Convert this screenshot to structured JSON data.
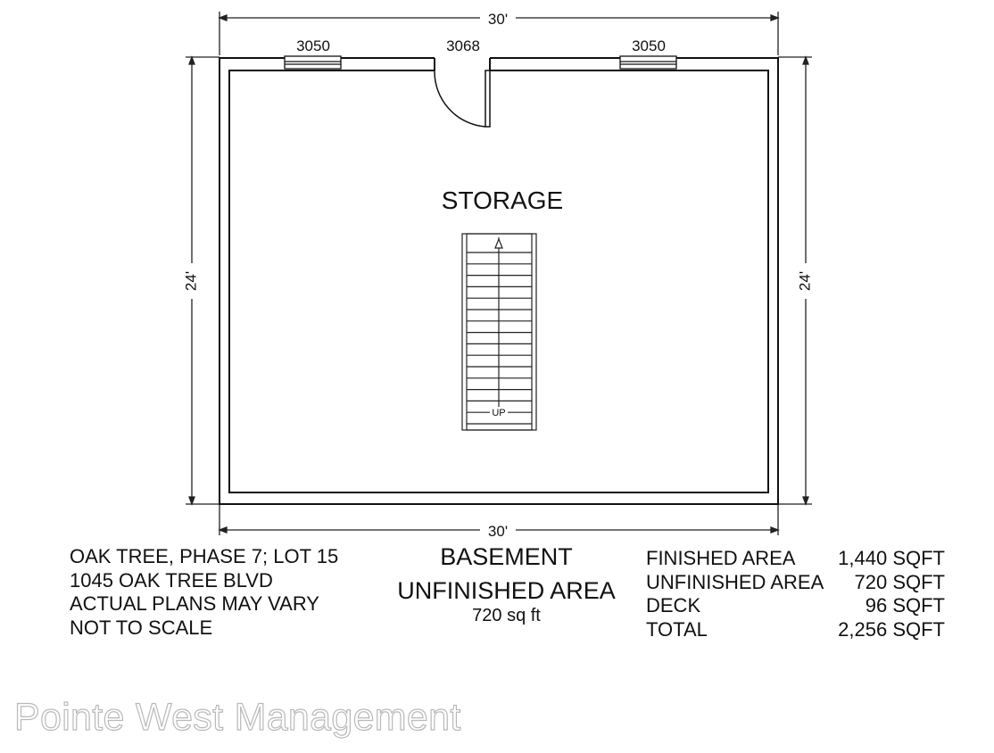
{
  "plan": {
    "room_label": "STORAGE",
    "stair_label": "UP",
    "dim_top": "30'",
    "dim_bottom": "30'",
    "dim_left": "24'",
    "dim_right": "24'",
    "window_left": "3050",
    "door": "3068",
    "window_right": "3050"
  },
  "info_left": [
    "OAK TREE, PHASE 7; LOT 15",
    "1045 OAK TREE BLVD",
    "ACTUAL PLANS MAY VARY",
    "NOT TO SCALE"
  ],
  "info_center": {
    "title": "BASEMENT",
    "subtitle": "UNFINISHED AREA",
    "area": "720 sq ft"
  },
  "area_table": [
    {
      "label": "FINISHED AREA",
      "value": "1,440 SQFT"
    },
    {
      "label": "UNFINISHED AREA",
      "value": "720 SQFT"
    },
    {
      "label": "DECK",
      "value": "96 SQFT"
    },
    {
      "label": "TOTAL",
      "value": "2,256 SQFT"
    }
  ],
  "watermark": "Pointe West Management"
}
